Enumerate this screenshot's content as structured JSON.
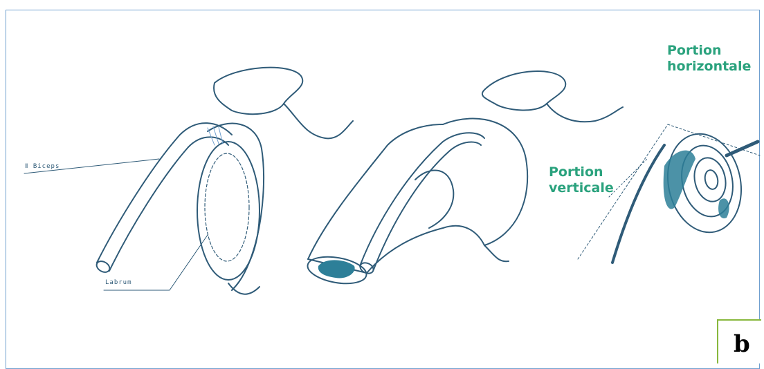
{
  "labels": {
    "biceps_tendon": "Ⅱ Biceps",
    "labrum": "Labrum",
    "portion_verticale": [
      "Portion",
      "verticale"
    ],
    "portion_horizontale": [
      "Portion",
      "horizontale"
    ]
  },
  "panel": {
    "letter": "b"
  },
  "colors": {
    "ink": "#2f5b78",
    "label_green": "#2aa27d",
    "fill_teal": "#2d7f98",
    "frame_blue": "#6f9fcf",
    "panel_border": "#88b83d"
  }
}
